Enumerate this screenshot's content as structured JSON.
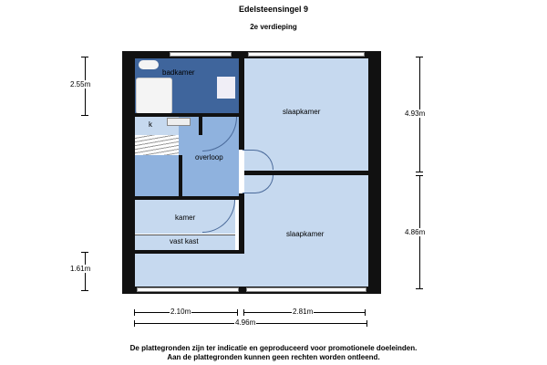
{
  "title": "Edelsteensingel 9",
  "subtitle": "2e verdieping",
  "rooms": {
    "badkamer": "badkamer",
    "k": "k",
    "overloop": "overloop",
    "kamer": "kamer",
    "vast_kast": "vast kast",
    "slaapkamer_1": "slaapkamer",
    "slaapkamer_2": "slaapkamer"
  },
  "dimensions": {
    "left_top": "2.55m",
    "left_bottom": "1.61m",
    "right_top": "4.93m",
    "right_bottom": "4.86m",
    "bottom_left": "2.10m",
    "bottom_right": "2.81m",
    "bottom_total": "4.96m"
  },
  "disclaimer": {
    "line1": "De plattegronden zijn ter indicatie en geproduceerd voor promotionele doeleinden.",
    "line2": "Aan de plattegronden kunnen geen rechten worden ontleend."
  }
}
